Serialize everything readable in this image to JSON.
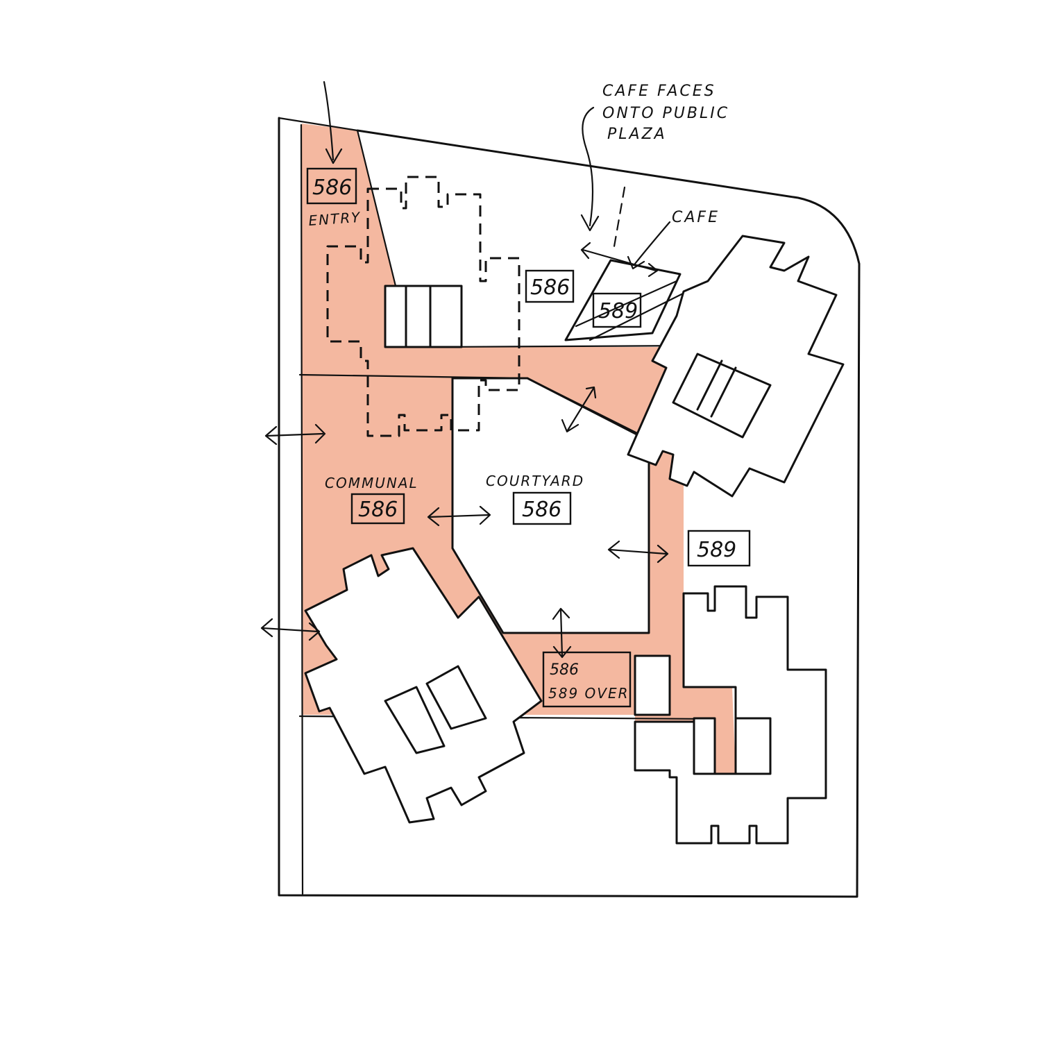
{
  "colors": {
    "shared_space": "#F4B8A0",
    "ink": "#111111",
    "background": "#FFFFFF"
  },
  "notes": {
    "cafe_faces_line1": "CAFE FACES",
    "cafe_faces_line2": "ONTO PUBLIC",
    "cafe_faces_line3": "PLAZA",
    "cafe": "CAFE"
  },
  "labels": {
    "entry": "ENTRY",
    "communal": "COMMUNAL",
    "courtyard": "COURTYARD",
    "over_line2": "589 OVER"
  },
  "tags": {
    "entry_tag": "586",
    "upper_building_tag": "586",
    "cafe_tag": "589",
    "communal_tag": "586",
    "courtyard_tag": "586",
    "east_tag": "589",
    "south_tag": "586"
  }
}
